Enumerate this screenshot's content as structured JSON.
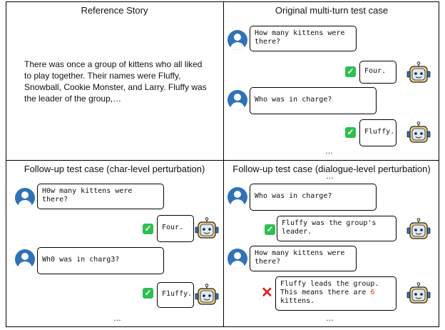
{
  "panels": {
    "reference": {
      "title": "Reference Story",
      "story": "There was once a group of kittens who all liked to play together. Their names were Fluffy, Snowball, Cookie Monster, and Larry. Fluffy was the leader of the group,…"
    },
    "original": {
      "title": "Original multi-turn test case",
      "q1": "How many kittens were\nthere?",
      "a1": "Four.",
      "q2": "Who was in charge?",
      "a2": "Fluffy.",
      "ellipsis": "…"
    },
    "char_level": {
      "title": "Follow-up test case (char-level perturbation)",
      "q1": "H0w many kittens were\nthere?",
      "a1": "Four.",
      "q2": "Wh0 was in charg3?",
      "a2": "F1uffy.",
      "ellipsis": "…"
    },
    "dialogue_level": {
      "title": "Follow-up test case (dialogue-level perturbation)",
      "top_ellipsis": "…",
      "q1": "Who was in charge?",
      "a1": "Fluffy was the group's\nleader.",
      "q2": "How many kittens were\nthere?",
      "a2_part1": "Fluffy leads the group.\nThis means there are ",
      "a2_number": "6",
      "a2_part2": "\nkittens.",
      "ellipsis": "…"
    }
  },
  "icons": {
    "user": "user-icon",
    "bot": "robot-icon",
    "correct": "check-icon",
    "wrong": "cross-icon"
  },
  "colors": {
    "user_icon": "#2f72b8",
    "check": "#2ebf4f",
    "cross": "#e02020",
    "highlight": "#d03020"
  }
}
